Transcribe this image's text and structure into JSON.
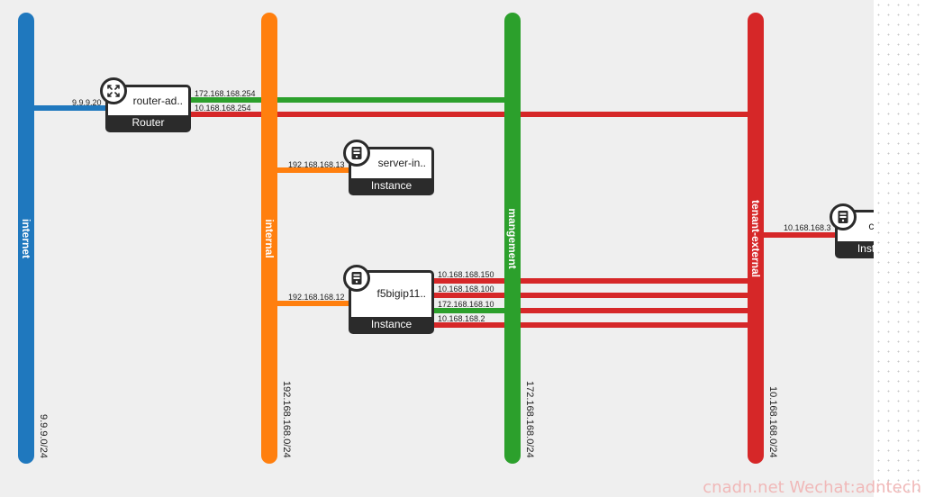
{
  "colors": {
    "internet": "#1f78be",
    "internal": "#ff7f0e",
    "management": "#2ca02c",
    "tenant_external": "#d62728",
    "node_dark": "#2b2b2b"
  },
  "networks": {
    "internet": {
      "name": "internet",
      "cidr": "9.9.9.0/24"
    },
    "internal": {
      "name": "internal",
      "cidr": "192.168.168.0/24"
    },
    "management": {
      "name": "mangement",
      "cidr": "172.168.168.0/24"
    },
    "tenant_external": {
      "name": "tenant-external",
      "cidr": "10.168.168.0/24"
    }
  },
  "nodes": {
    "router": {
      "name": "router-ad..",
      "type": "Router",
      "icon": "router-icon",
      "ips": {
        "internet": "9.9.9.20",
        "management": "172.168.168.254",
        "tenant_external": "10.168.168.254"
      }
    },
    "server": {
      "name": "server-in..",
      "type": "Instance",
      "icon": "server-icon",
      "ips": {
        "internal": "192.168.168.13"
      }
    },
    "f5": {
      "name": "f5bigip11..",
      "type": "Instance",
      "icon": "server-icon",
      "ips": {
        "internal": "192.168.168.12",
        "ext1": "10.168.168.150",
        "ext2": "10.168.168.100",
        "management": "172.168.168.10",
        "ext3": "10.168.168.2"
      }
    },
    "client": {
      "name": "client-te..",
      "type": "Instance",
      "icon": "server-icon",
      "ips": {
        "tenant_external": "10.168.168.3"
      }
    }
  },
  "watermark": "cnadn.net Wechat:adntech"
}
